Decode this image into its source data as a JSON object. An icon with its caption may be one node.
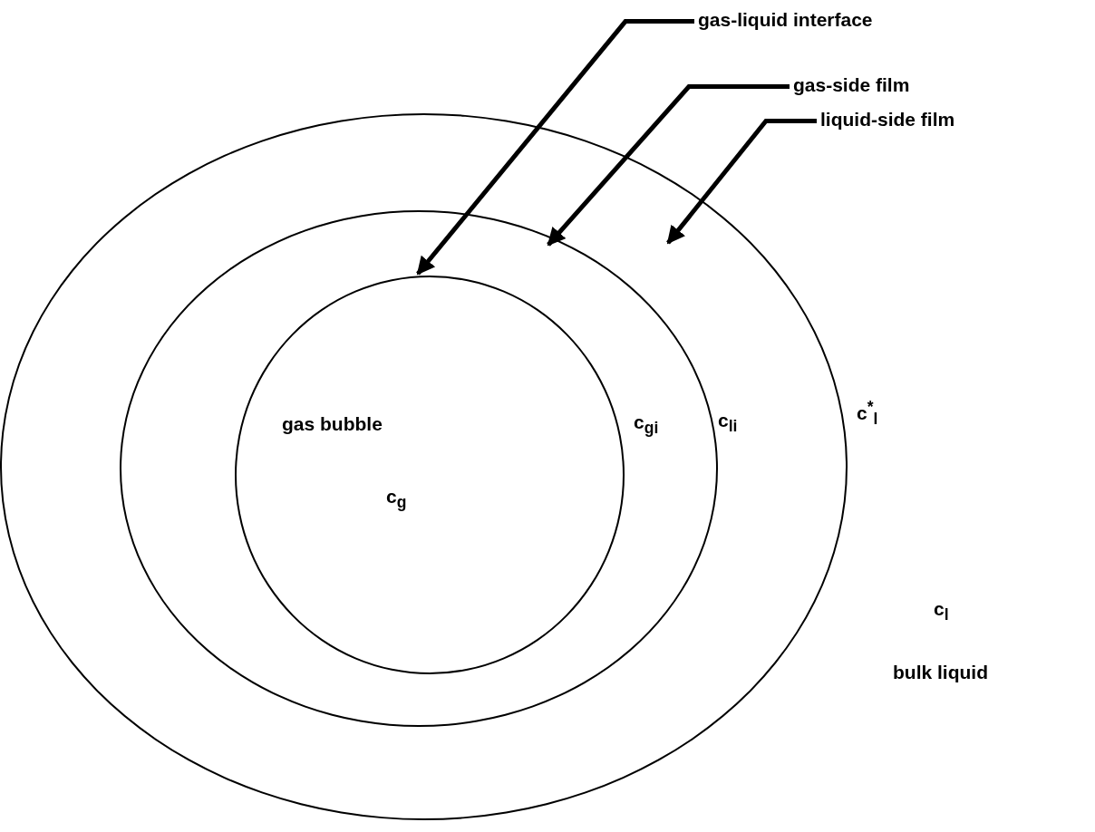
{
  "diagram": {
    "nodes": [
      {
        "text": [
          "c$_{li}$"
        ]
      },
      {
        "text": [
          "c$_{gi}$"
        ],
        "in": 0
      },
      {
        "text": [
          "gas bubble",
          "c$_{g}$"
        ],
        "in": 1
      },
      {
        "text": [
          "gas-liquid interface"
        ]
      },
      {
        "text": [
          "gas-side film"
        ]
      },
      {
        "text": [
          "liquid-side film"
        ]
      }
    ],
    "edges": [
      {
        "from": 3,
        "to": 2,
        "arrow": "to"
      },
      {
        "from": 4,
        "to": 1,
        "arrow": "to"
      },
      {
        "from": 5,
        "to": 0,
        "arrow": "to"
      }
    ],
    "labels": [
      "c$^{*}$$_{l}$",
      "c$_{l}$",
      "bulk liquid"
    ]
  }
}
